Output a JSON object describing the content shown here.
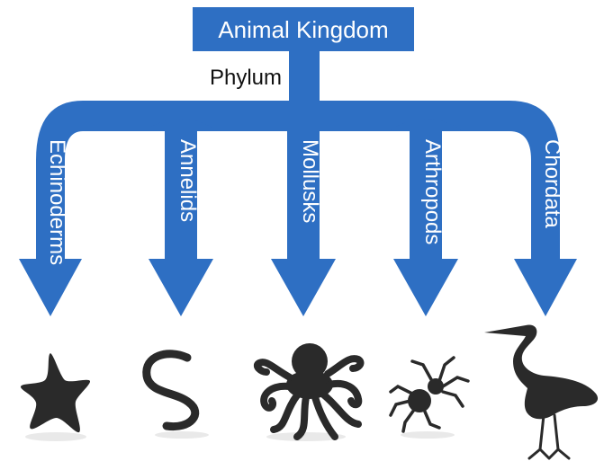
{
  "colors": {
    "arrow_blue": "#2e6fc3",
    "title_text": "#ffffff",
    "branch_text": "#ffffff",
    "phylum_text": "#111111",
    "silhouette": "#2a2a2a",
    "background": "#ffffff"
  },
  "title": "Animal Kingdom",
  "subtitle": "Phylum",
  "branches": [
    {
      "label": "Echinoderms",
      "icon": "starfish-icon"
    },
    {
      "label": "Annelids",
      "icon": "worm-icon"
    },
    {
      "label": "Mollusks",
      "icon": "octopus-icon"
    },
    {
      "label": "Arthropods",
      "icon": "spider-icon"
    },
    {
      "label": "Chordata",
      "icon": "heron-icon"
    }
  ]
}
